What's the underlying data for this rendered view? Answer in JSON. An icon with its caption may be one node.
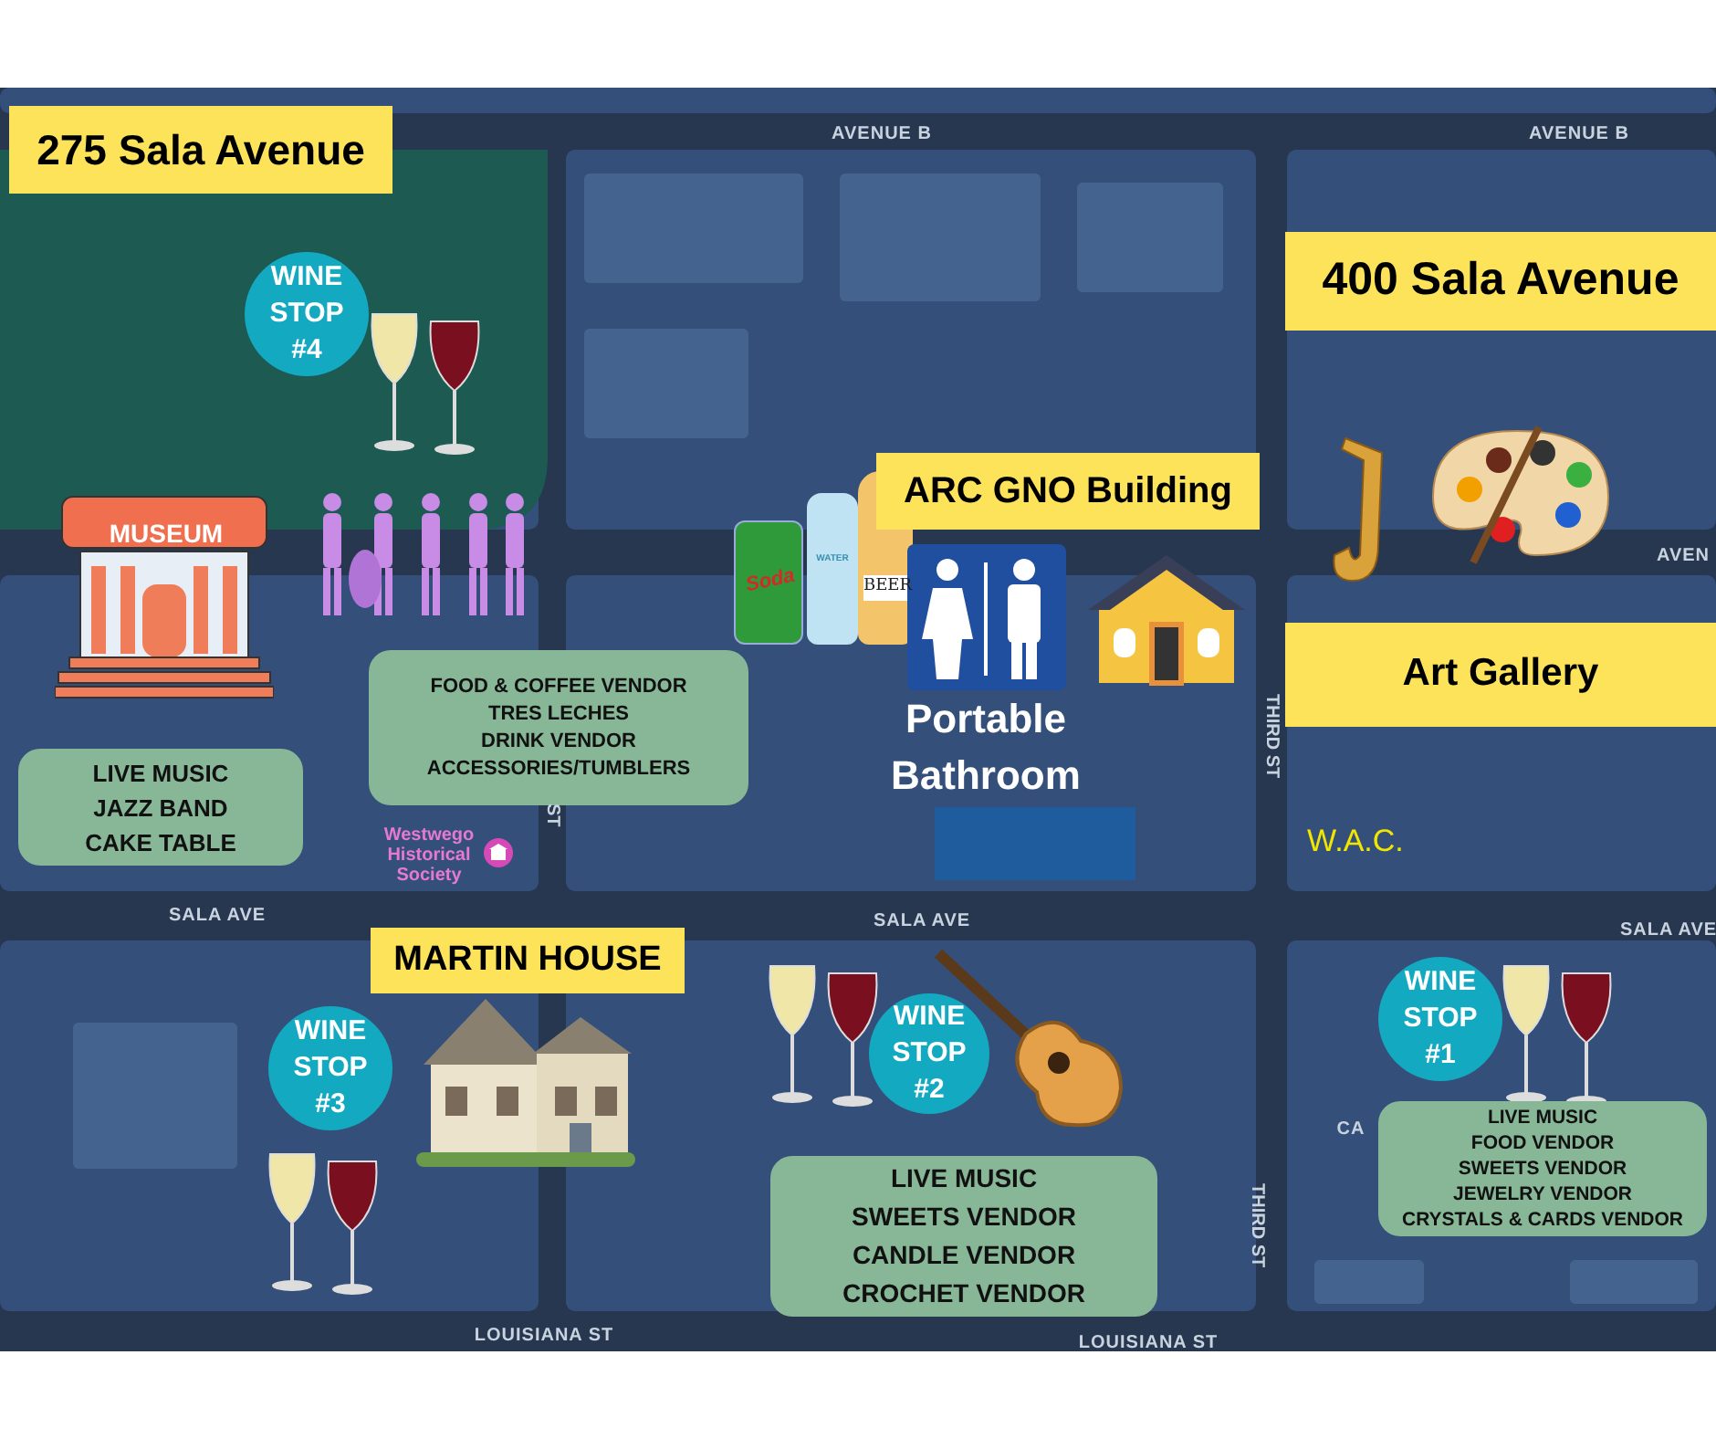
{
  "diagram": {
    "nodes": [
      {
        "text": [
          "275 Sala Avenue"
        ]
      },
      {
        "text": [
          "400 Sala Avenue"
        ]
      },
      {
        "text": [
          "ARC GNO Building"
        ]
      },
      {
        "text": [
          "Art Gallery"
        ]
      },
      {
        "text": [
          "MARTIN HOUSE"
        ]
      },
      {
        "text": [
          "WINE STOP #4"
        ]
      },
      {
        "text": [
          "WINE STOP #3"
        ]
      },
      {
        "text": [
          "WINE STOP #2"
        ]
      },
      {
        "text": [
          "WINE STOP #1"
        ]
      },
      {
        "text": [
          "LIVE MUSIC",
          "JAZZ BAND",
          "CAKE TABLE"
        ]
      },
      {
        "text": [
          "FOOD & COFFEE VENDOR",
          "TRES LECHES",
          "DRINK VENDOR",
          "ACCESSORIES/TUMBLERS"
        ]
      },
      {
        "text": [
          "LIVE MUSIC",
          "SWEETS VENDOR",
          "CANDLE VENDOR",
          "CROCHET VENDOR"
        ]
      },
      {
        "text": [
          "LIVE MUSIC",
          "FOOD VENDOR",
          "SWEETS VENDOR",
          "JEWELRY VENDOR",
          "CRYSTALS & CARDS VENDOR"
        ]
      }
    ],
    "labels": [
      "AVENUE B",
      "AVENUE B",
      "MUSEUM",
      "AVEN",
      "Soda",
      "WATER",
      "BEER",
      "Portable Bathroom",
      "THIRD ST",
      "ST",
      "W.A.C.",
      "Westwego Historical Society",
      "SALA AVE",
      "SALA AVE",
      "SALA AVE",
      "CA",
      "THIRD ST",
      "LOUISIANA ST",
      "LOUISIANA ST"
    ]
  }
}
